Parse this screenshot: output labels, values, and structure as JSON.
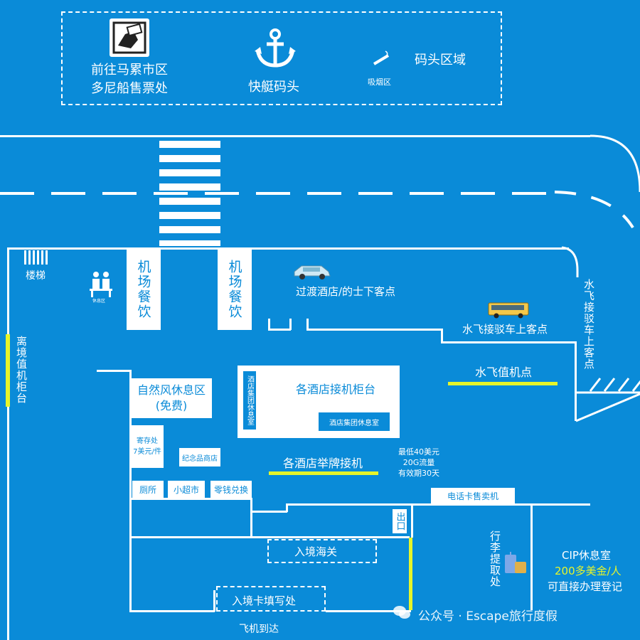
{
  "top_area": {
    "ferry_ticket": "前往马累市区\n多尼船售票处",
    "speedboat_pier": "快艇码头",
    "smoking_area": "吸烟区",
    "pier_area": "码头区域"
  },
  "labels": {
    "stairs": "楼梯",
    "restroom_icon_caption": "休息区",
    "airport_dining_1": "机场餐饮",
    "airport_dining_2": "机场餐饮",
    "transit_taxi": "过渡酒店/的士下客点",
    "seaplane_bus_pickup": "水飞接驳车上客点",
    "seaplane_pickup_vertical": "水飞接驳车上客点",
    "departure_checkin": "离境值机柜台",
    "natural_lounge": "自然风休息区",
    "natural_lounge_free": "(免费)",
    "hotel_group_lounge_v": "酒店集团休息室",
    "hotel_counters": "各酒店接机柜台",
    "hotel_group_lounge_h": "酒店集团休息室",
    "seaplane_checkin": "水飞值机点",
    "luggage_storage": "寄存处\n7美元/件",
    "souvenir_shop": "纪念品商店",
    "hotel_sign_pickup": "各酒店举牌接机",
    "sim_info": "最低40美元\n20G流量\n有效期30天",
    "toilet": "厕所",
    "mini_market": "小超市",
    "currency_exchange": "零钱兑换",
    "phone_card_vending": "电话卡售卖机",
    "exit": "出口",
    "arrival_customs": "入境海关",
    "baggage_claim": "行李提取处",
    "cip_lounge": "CIP休息室",
    "cip_price": "200多美金/人",
    "cip_note": "可直接办理登记",
    "arrival_card": "入境卡填写处",
    "arrival": "飞机到达",
    "watermark": "公众号 · Escape旅行度假"
  },
  "colors": {
    "background": "#0a8bd8",
    "accent_yellow": "#e6f52a",
    "white": "#ffffff"
  }
}
